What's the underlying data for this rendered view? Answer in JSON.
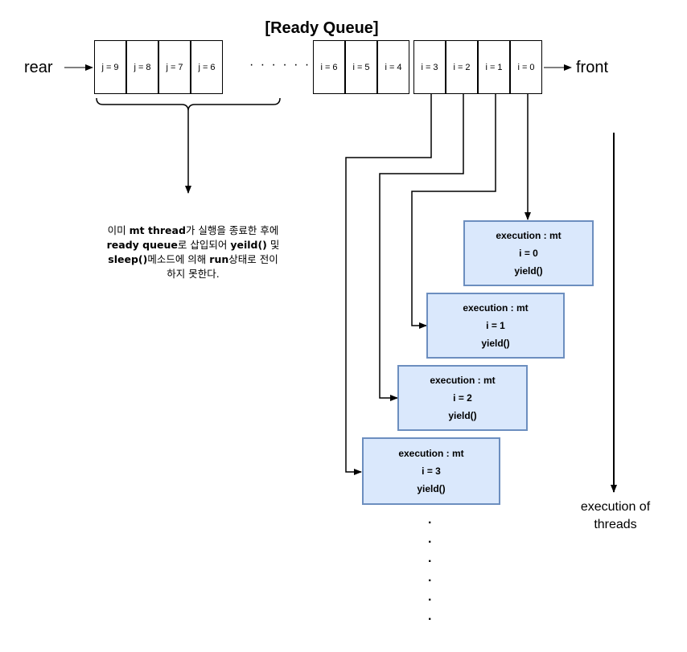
{
  "title": "[Ready Queue]",
  "rear_label": "rear",
  "front_label": "front",
  "ellipsis": "· · · · · ·",
  "rear_cells": [
    "j = 9",
    "j = 8",
    "j = 7",
    "j = 6"
  ],
  "front_cells": [
    "i = 6",
    "i = 5",
    "i = 4",
    "i = 3",
    "i = 2",
    "i = 1",
    "i = 0"
  ],
  "note": {
    "line1_pre": "이미 ",
    "line1_bold": "mt thread",
    "line1_post": "가 실행을 종료한 후에",
    "line2_bold1": "ready queue",
    "line2_mid": "로 삽입되어 ",
    "line2_bold2": "yeild()",
    "line2_post": " 및",
    "line3_bold1": "sleep()",
    "line3_mid": "메소드에 의해 ",
    "line3_bold2": "run",
    "line3_post": "상태로 전이",
    "line4": "하지 못한다."
  },
  "exec_boxes": [
    {
      "line1": "execution : mt",
      "line2": "i = 0",
      "line3": "yield()"
    },
    {
      "line1": "execution : mt",
      "line2": "i = 1",
      "line3": "yield()"
    },
    {
      "line1": "execution : mt",
      "line2": "i = 2",
      "line3": "yield()"
    },
    {
      "line1": "execution : mt",
      "line2": "i = 3",
      "line3": "yield()"
    }
  ],
  "vertical_dots": [
    ".",
    ".",
    ".",
    ".",
    ".",
    "."
  ],
  "execution_label_line1": "execution of",
  "execution_label_line2": "threads",
  "colors": {
    "box_fill": "#dae8fc",
    "box_stroke": "#6c8ebf"
  }
}
